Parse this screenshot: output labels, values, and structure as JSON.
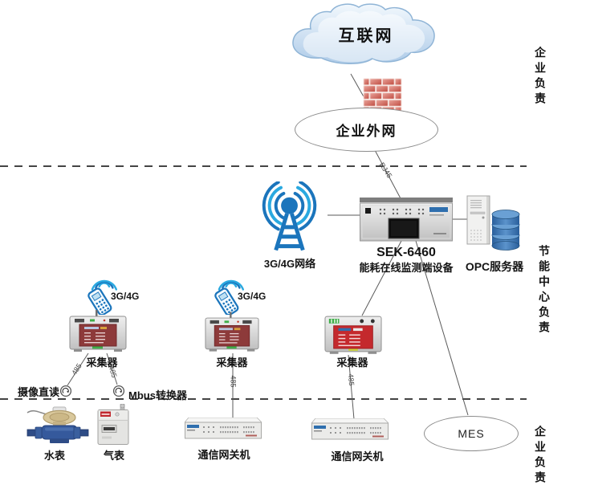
{
  "zones": {
    "top": {
      "label": "企业负责"
    },
    "middle": {
      "label": "节能中心负责"
    },
    "bottom": {
      "label": "企业负责"
    }
  },
  "nodes": {
    "internet": {
      "label": "互联网"
    },
    "extranet": {
      "label": "企业外网"
    },
    "network_3g4g": {
      "label": "3G/4G网络"
    },
    "sek": {
      "model": "SEK-6460",
      "name": "能耗在线监测端设备"
    },
    "opc_server": {
      "label": "OPC服务器"
    },
    "phone_left": {
      "label": "3G/4G"
    },
    "phone_middle": {
      "label": "3G/4G"
    },
    "collector_left": {
      "label": "采集器"
    },
    "collector_middle": {
      "label": "采集器"
    },
    "collector_right": {
      "label": "采集器"
    },
    "camera_direct_read": {
      "label": "摄像直读"
    },
    "mbus_converter": {
      "label": "Mbus转换器"
    },
    "water_meter": {
      "label": "水表"
    },
    "gas_meter": {
      "label": "气表"
    },
    "gateway_left": {
      "label": "通信网关机"
    },
    "gateway_right": {
      "label": "通信网关机"
    },
    "mes": {
      "label": "MES"
    }
  },
  "edges": {
    "rj45": "RJ45",
    "rs485_1": "485",
    "rs485_2": "485",
    "rs485_3": "485",
    "rs485_4": "485"
  },
  "colors": {
    "antenna_blue": "#1b75bc",
    "wave_light_blue": "#2aa9e0",
    "brick_red": "#c04a40",
    "cloud_blue": "#b7d2ec",
    "collector_panel_maroon": "#8d3a3a",
    "collector_panel_red": "#c4292d",
    "database_blue": "#2f6fae",
    "water_meter_blue": "#35599c",
    "line_gray": "#555555",
    "dash_black": "#2a2a2a"
  }
}
